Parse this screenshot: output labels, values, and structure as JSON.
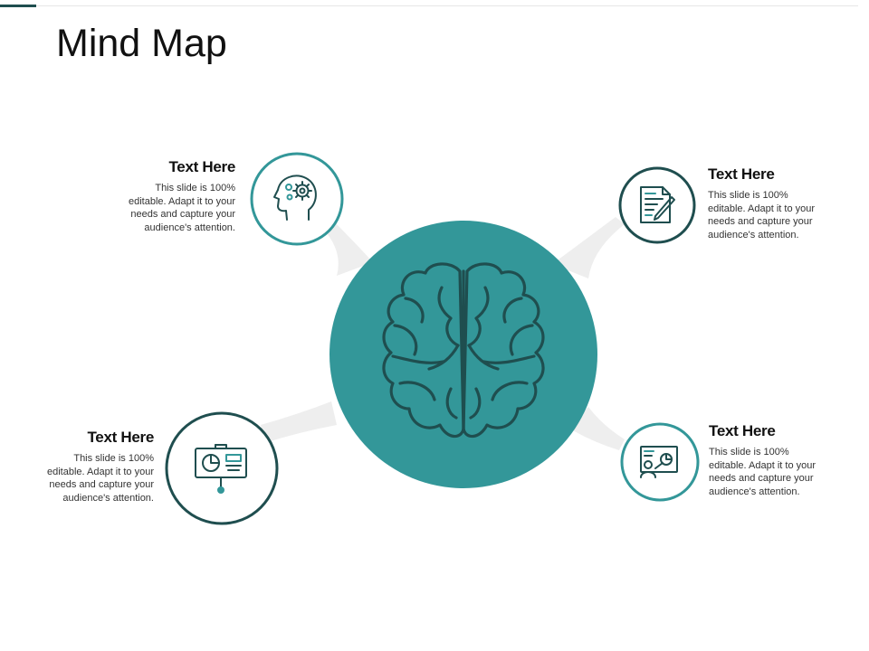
{
  "slide": {
    "title": "Mind Map"
  },
  "colors": {
    "teal": "#339799",
    "dark_teal": "#1f4e4f",
    "connector": "#eeeeee"
  },
  "center": {
    "icon": "brain-icon"
  },
  "nodes": [
    {
      "id": "top-left",
      "icon": "head-gears-icon",
      "heading": "Text Here",
      "body": [
        "This slide is 100%",
        "editable. Adapt it to your",
        "needs and capture your",
        "audience's attention."
      ]
    },
    {
      "id": "top-right",
      "icon": "document-pencil-icon",
      "heading": "Text Here",
      "body": [
        "This slide is 100%",
        "editable. Adapt it to your",
        "needs and capture your",
        "audience's attention."
      ]
    },
    {
      "id": "bottom-left",
      "icon": "presentation-board-icon",
      "heading": "Text Here",
      "body": [
        "This slide is 100%",
        "editable. Adapt it to your",
        "needs and capture your",
        "audience's attention."
      ]
    },
    {
      "id": "bottom-right",
      "icon": "presenter-icon",
      "heading": "Text Here",
      "body": [
        "This slide is 100%",
        "editable. Adapt it to your",
        "needs and capture your",
        "audience's attention."
      ]
    }
  ]
}
